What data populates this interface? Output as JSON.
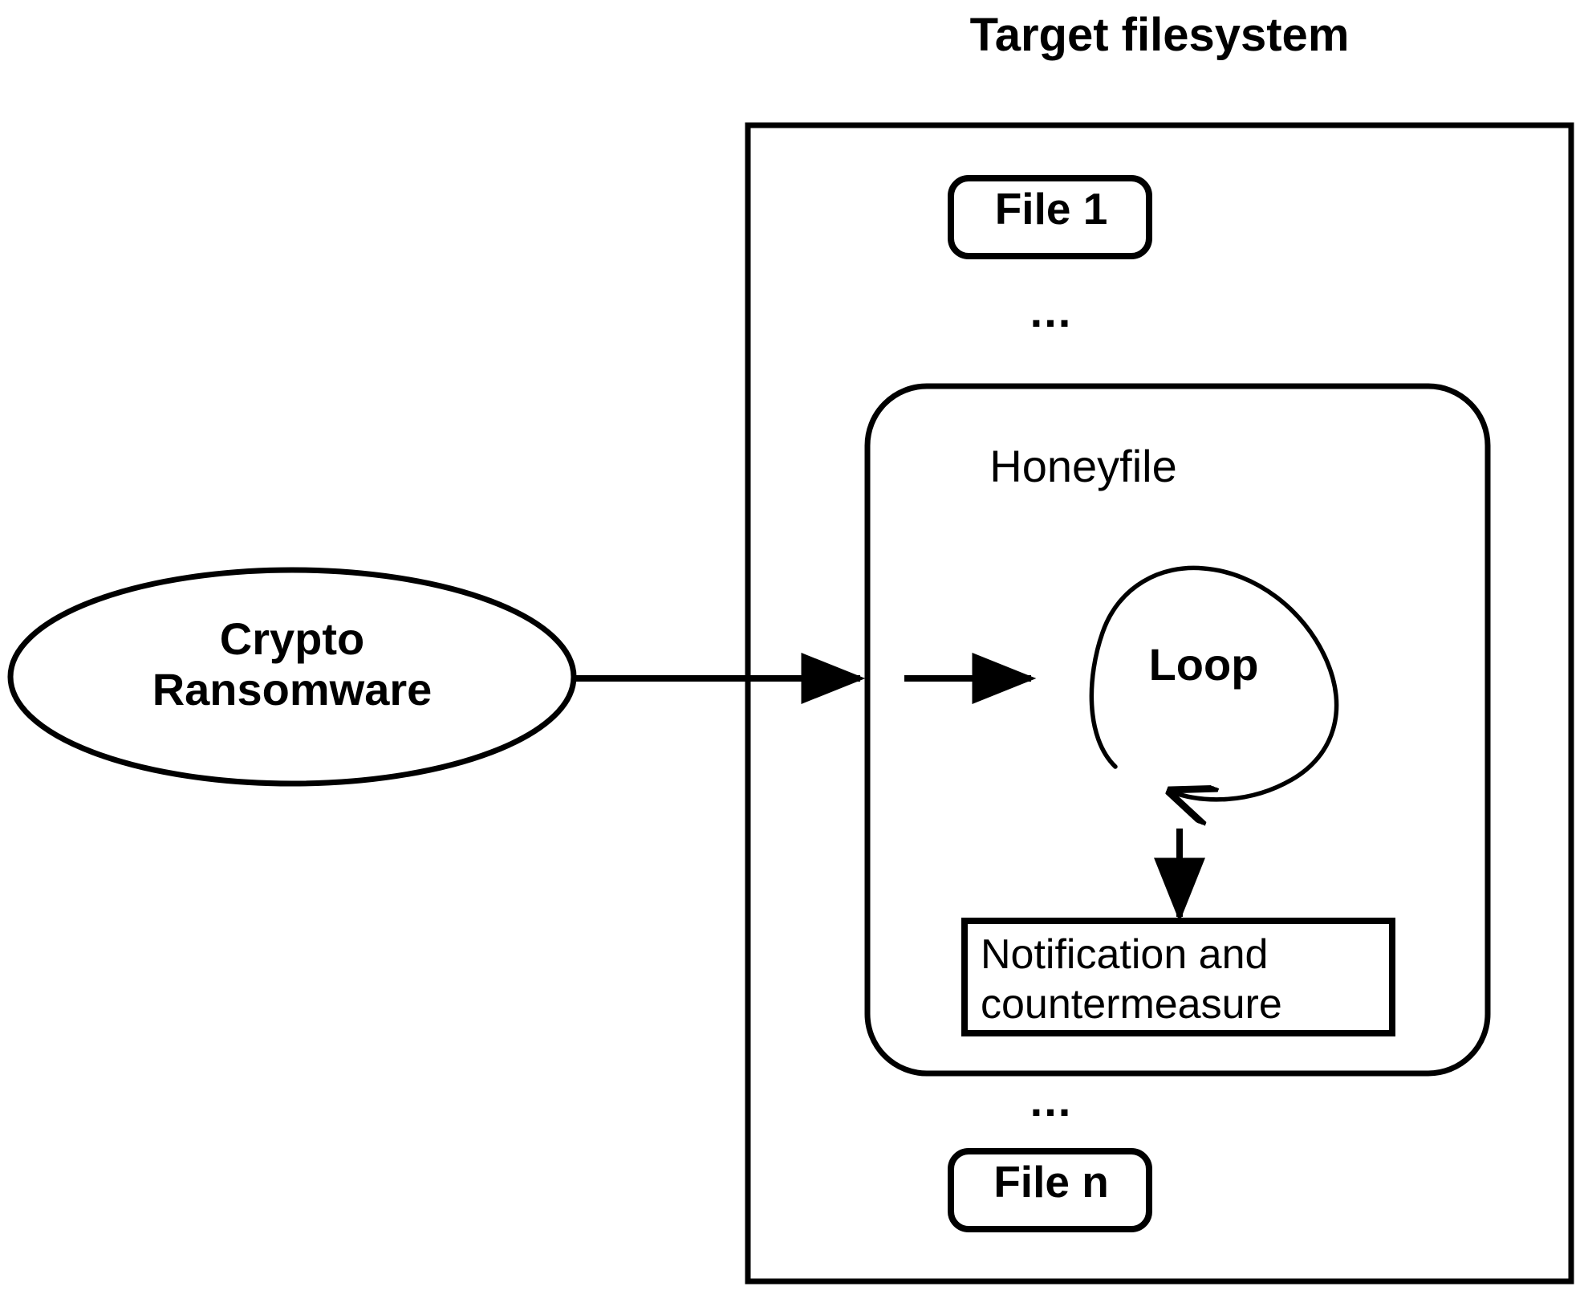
{
  "diagram": {
    "title": "Target filesystem",
    "nodes": {
      "attacker": {
        "label_line1": "Crypto",
        "label_line2": "Ransomware",
        "shape": "ellipse"
      },
      "file_first": {
        "label": "File 1",
        "shape": "rounded-rect"
      },
      "file_last": {
        "label": "File n",
        "shape": "rounded-rect"
      },
      "ellipsis_top": {
        "label": "..."
      },
      "ellipsis_bottom": {
        "label": "..."
      },
      "honeyfile": {
        "label": "Honeyfile",
        "shape": "rounded-rect"
      },
      "loop": {
        "label": "Loop",
        "shape": "circular-arrow"
      },
      "notification": {
        "label_line1": "Notification and",
        "label_line2": "countermeasure",
        "shape": "rect"
      },
      "filesystem_container": {
        "shape": "rect"
      }
    },
    "edges": [
      {
        "from": "attacker",
        "to": "honeyfile",
        "style": "solid-arrow"
      },
      {
        "from": "honeyfile-entry",
        "to": "loop",
        "style": "solid-arrow"
      },
      {
        "from": "loop",
        "to": "loop",
        "style": "curved-self-arrow"
      },
      {
        "from": "loop",
        "to": "notification",
        "style": "solid-arrow"
      }
    ],
    "colors": {
      "stroke": "#000000",
      "background": "#ffffff",
      "text": "#000000"
    }
  }
}
